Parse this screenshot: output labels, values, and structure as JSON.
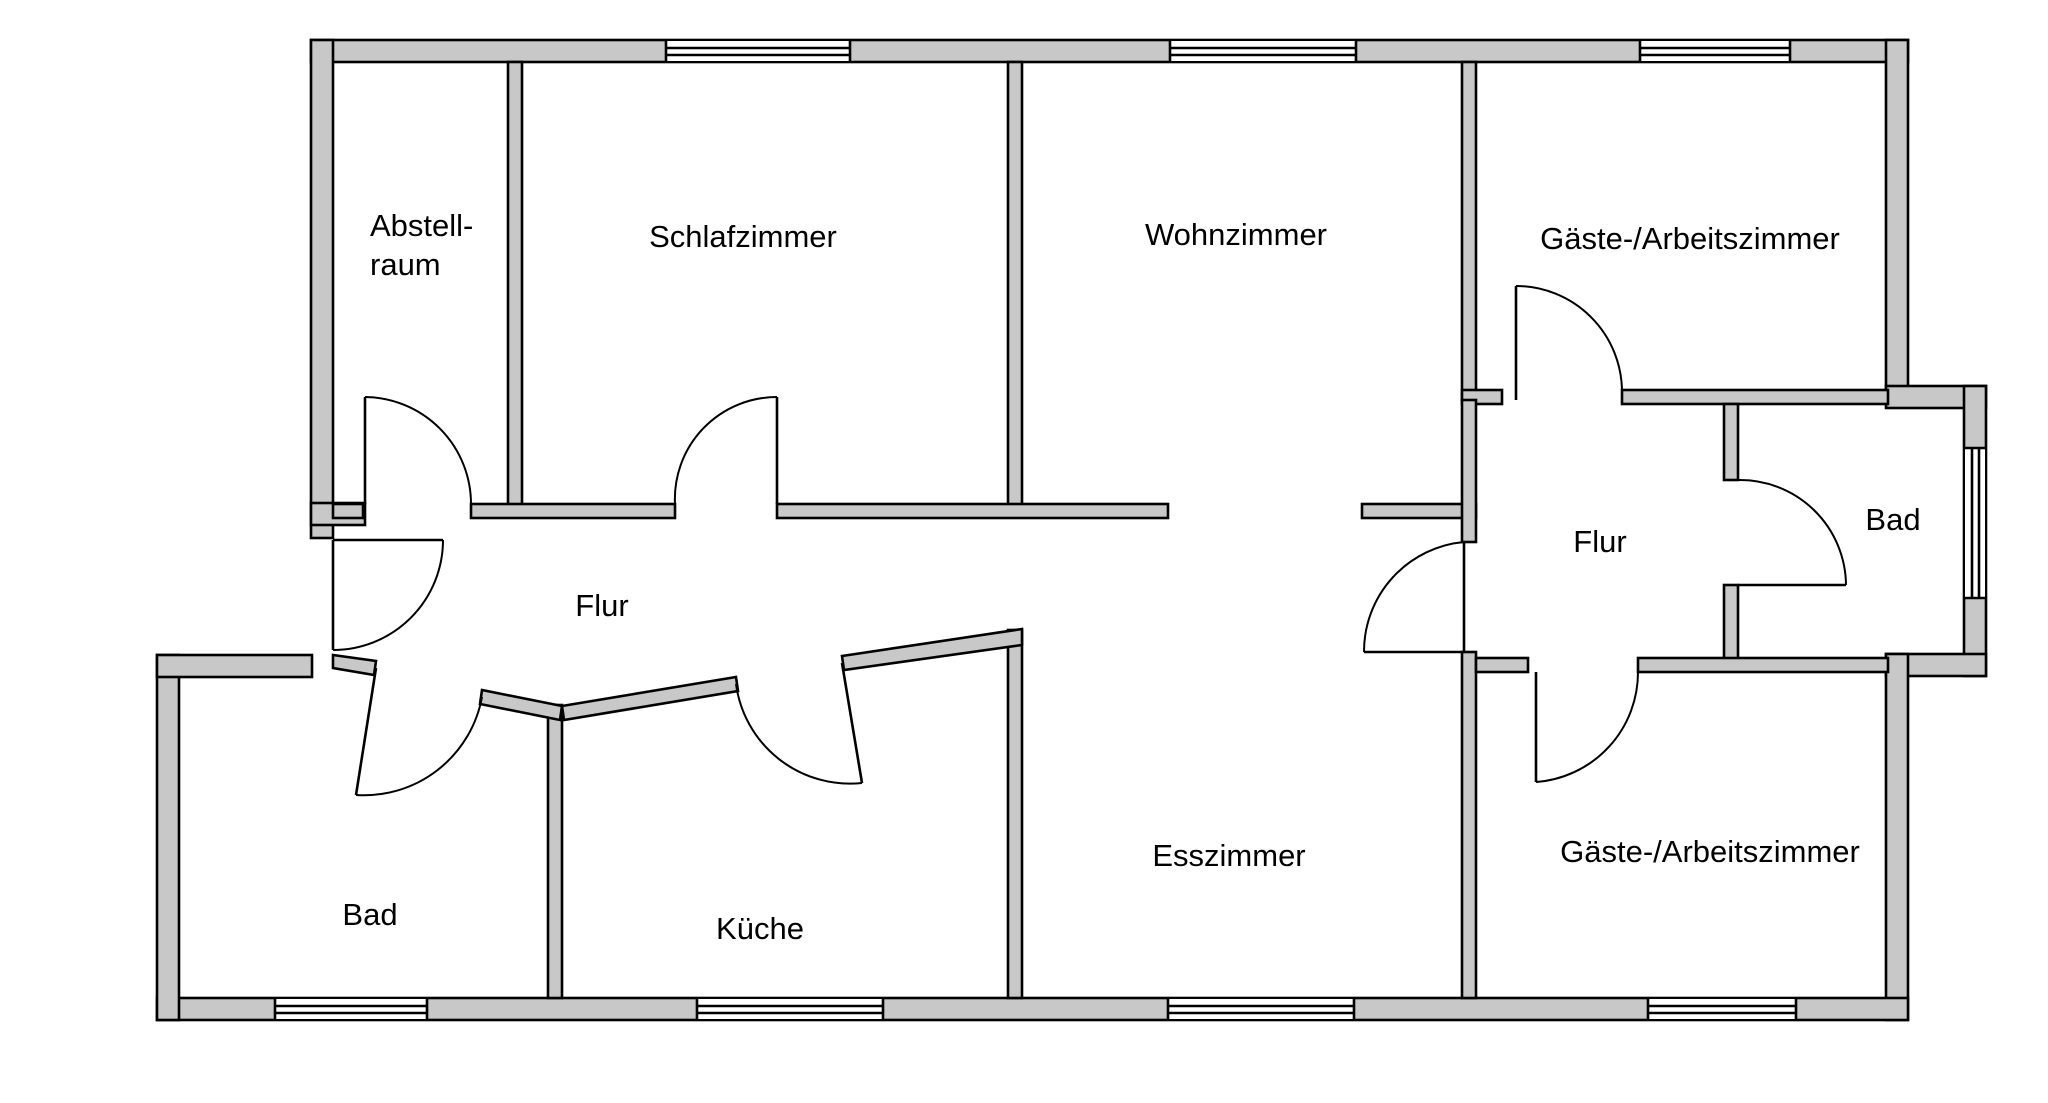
{
  "rooms": {
    "abstellraum": {
      "line1": "Abstell-",
      "line2": "raum"
    },
    "schlafzimmer": "Schlafzimmer",
    "wohnzimmer": "Wohnzimmer",
    "gaeste_oben": "Gäste-/Arbeitszimmer",
    "flur_links": "Flur",
    "flur_rechts": "Flur",
    "bad_rechts": "Bad",
    "bad_links": "Bad",
    "kueche": "Küche",
    "esszimmer": "Esszimmer",
    "gaeste_unten": "Gäste-/Arbeitszimmer"
  },
  "colors": {
    "wall_fill": "#c8c8c8",
    "line": "#000000",
    "background": "#ffffff"
  }
}
